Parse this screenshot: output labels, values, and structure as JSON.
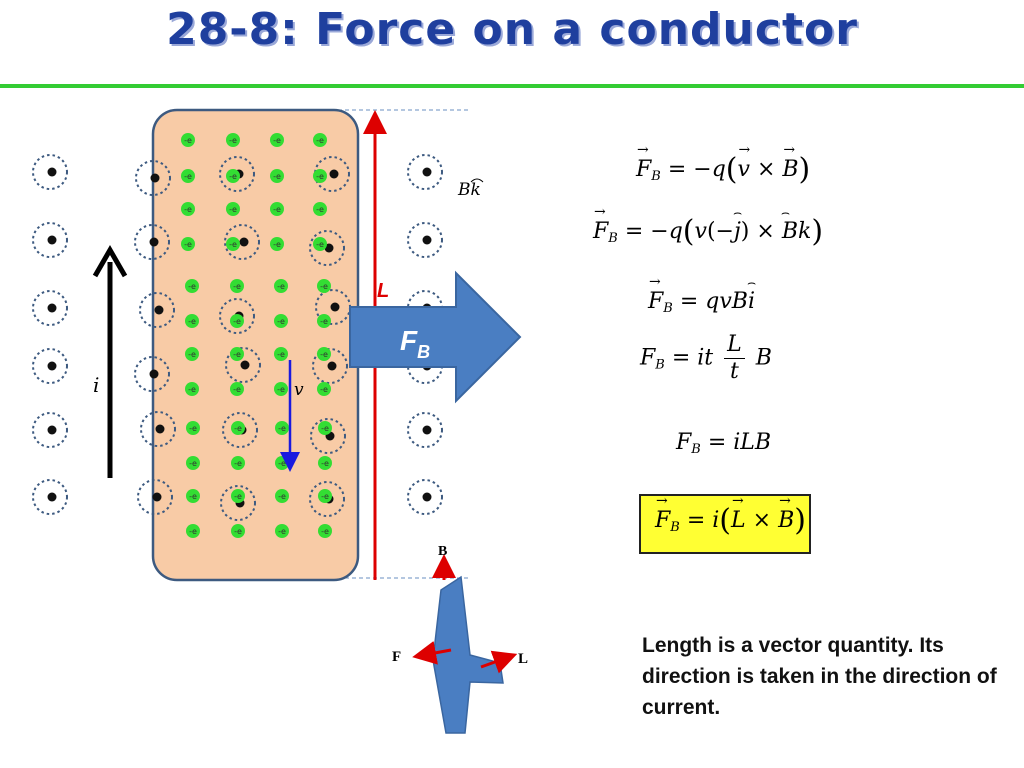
{
  "title": "28-8: Force on a conductor",
  "labels": {
    "electron": "-e",
    "b_field": "Bk",
    "current": "i",
    "velocity": "v",
    "length": "L",
    "force_arrow": "F",
    "force_arrow_sub": "B",
    "small_b": "B",
    "small_f": "F",
    "small_l": "L"
  },
  "equations": {
    "eq1": {
      "lhs": "F",
      "sub": "B",
      "text_a": "= −q",
      "v": "v",
      "times": "×",
      "b": "B"
    },
    "eq2": {
      "lhs": "F",
      "sub": "B",
      "text_a": "= −q",
      "v": "v",
      "mid": "(−",
      "j": "j",
      "close": ")",
      "times": "×",
      "b": "Bk"
    },
    "eq3": {
      "lhs": "F",
      "sub": "B",
      "text_a": "= qvB",
      "i": "i"
    },
    "eq4": {
      "lhs": "F",
      "sub": "B",
      "text_a": "= it",
      "num": "L",
      "den": "t",
      "b": "B"
    },
    "eq5": {
      "lhs": "F",
      "sub": "B",
      "text_a": "= iLB"
    },
    "eq6": {
      "lhs": "F",
      "sub": "B",
      "text_a": "= i",
      "l": "L",
      "times": "×",
      "b": "B"
    }
  },
  "note": "Length is a vector quantity. Its direction is taken in the direction of current.",
  "colors": {
    "title": "#1f3f9e",
    "rule": "#33cc33",
    "conductor_fill": "#f8cba6",
    "conductor_stroke": "#3d5a80",
    "electron": "#33dd33",
    "length_line": "#dd0000",
    "force_arrow": "#4a7ec2",
    "velocity_arrow": "#1a1adf",
    "highlight": "#ffff33"
  },
  "icons": {
    "field_marker": "dotted-circle-dot-icon",
    "electron_marker": "green-dot-icon"
  }
}
